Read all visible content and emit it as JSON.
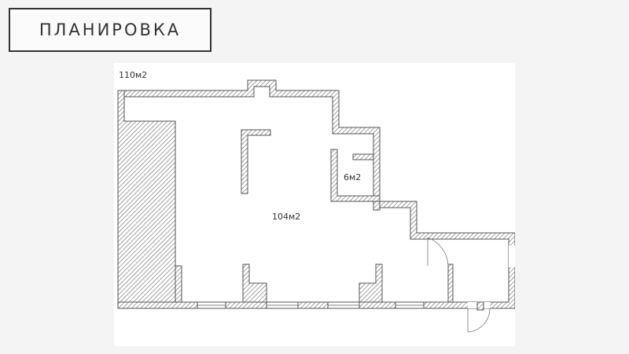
{
  "page": {
    "title": "ПЛАНИРОВКА"
  },
  "plan": {
    "total_area": "110м2",
    "main_room_area": "104м2",
    "small_room_area": "6м2"
  },
  "colors": {
    "background": "#f4f4f4",
    "panel": "#ffffff",
    "wall": "#555555",
    "text": "#333333"
  }
}
